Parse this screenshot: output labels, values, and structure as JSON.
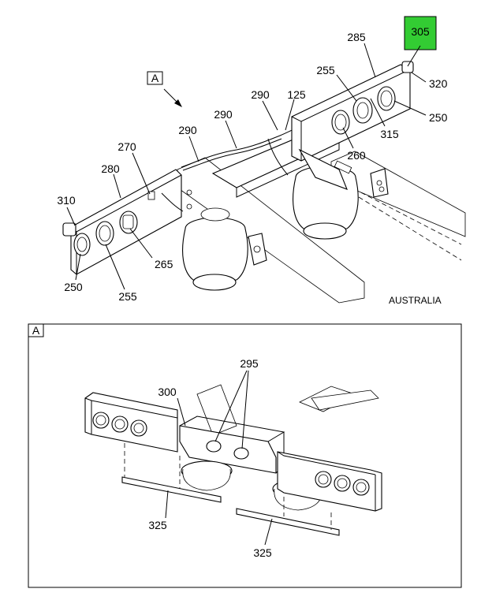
{
  "view_marker": "A",
  "detail_frame_label": "A",
  "region_note": "AUSTRALIA",
  "highlight_color": "#33cc33",
  "callouts_top": {
    "c305": "305",
    "c285": "285",
    "c320": "320",
    "c255a": "255",
    "c250a": "250",
    "c315": "315",
    "c260": "260",
    "c290a": "290",
    "c125": "125",
    "c290b": "290",
    "c290c": "290",
    "c270": "270",
    "c280": "280",
    "c310": "310",
    "c265": "265",
    "c250b": "250",
    "c255b": "255"
  },
  "callouts_detail": {
    "c295": "295",
    "c300": "300",
    "c325a": "325",
    "c325b": "325"
  }
}
